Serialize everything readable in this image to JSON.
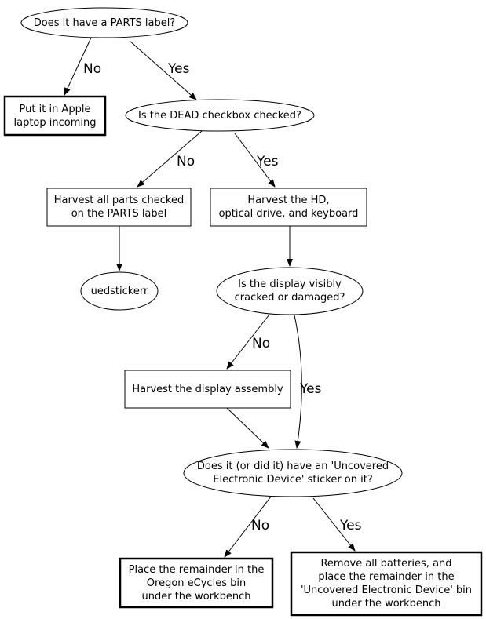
{
  "nodes": {
    "q_parts_label": {
      "text": "Does it have a PARTS label?"
    },
    "apple_incoming": {
      "text": "Put it in Apple\nlaptop incoming"
    },
    "q_dead_checked": {
      "text": "Is the DEAD checkbox checked?"
    },
    "harvest_parts_label": {
      "text": "Harvest all parts checked\non the PARTS label"
    },
    "harvest_hd": {
      "text": "Harvest the HD,\noptical drive, and keyboard"
    },
    "uedstickerr": {
      "text": "uedstickerr"
    },
    "q_display_cracked": {
      "text": "Is the display visibly\ncracked or damaged?"
    },
    "harvest_display": {
      "text": "Harvest the display assembly"
    },
    "q_ued_sticker": {
      "text": "Does it (or did it) have an 'Uncovered\nElectronic Device' sticker on it?"
    },
    "oregon_bin": {
      "text": "Place the remainder in the\nOregon eCycles bin\nunder the workbench"
    },
    "ued_bin": {
      "text": "Remove all batteries, and\nplace the remainder in the\n'Uncovered Electronic Device' bin\nunder the workbench"
    }
  },
  "edge_labels": {
    "parts_no": "No",
    "parts_yes": "Yes",
    "dead_no": "No",
    "dead_yes": "Yes",
    "display_no": "No",
    "display_yes": "Yes",
    "ued_no": "No",
    "ued_yes": "Yes"
  }
}
